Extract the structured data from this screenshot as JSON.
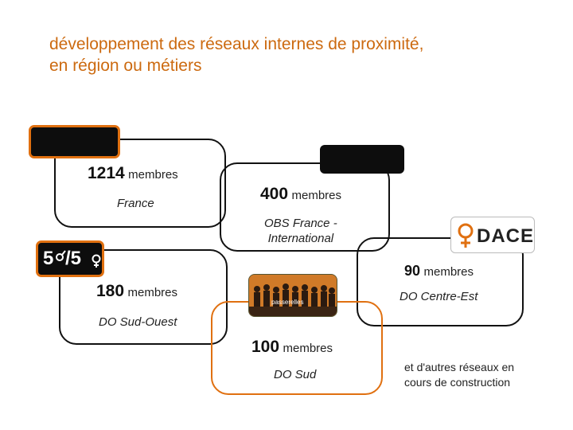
{
  "title_line1": "développement des réseaux  internes de proximité,",
  "title_line2": "en région ou métiers",
  "networks": {
    "france": {
      "count": "1214",
      "members": "membres",
      "label": "France"
    },
    "obs": {
      "count": "400",
      "members": "membres",
      "label_line1": "OBS  France -",
      "label_line2": "International"
    },
    "dace": {
      "logo_text": "DACE",
      "count": "90",
      "members": "membres",
      "label": "DO Centre-Est"
    },
    "sud_ouest": {
      "logo_text_a": "5",
      "logo_text_b": "/5",
      "count": "180",
      "members": "membres",
      "label": "DO Sud-Ouest"
    },
    "sud": {
      "photo_caption": "passerelles",
      "count": "100",
      "members": "membres",
      "label": "DO Sud"
    }
  },
  "note_line1": "et d'autres réseaux en",
  "note_line2": "cours de construction",
  "colors": {
    "accent": "#e07010",
    "dark": "#0d0d0d"
  }
}
